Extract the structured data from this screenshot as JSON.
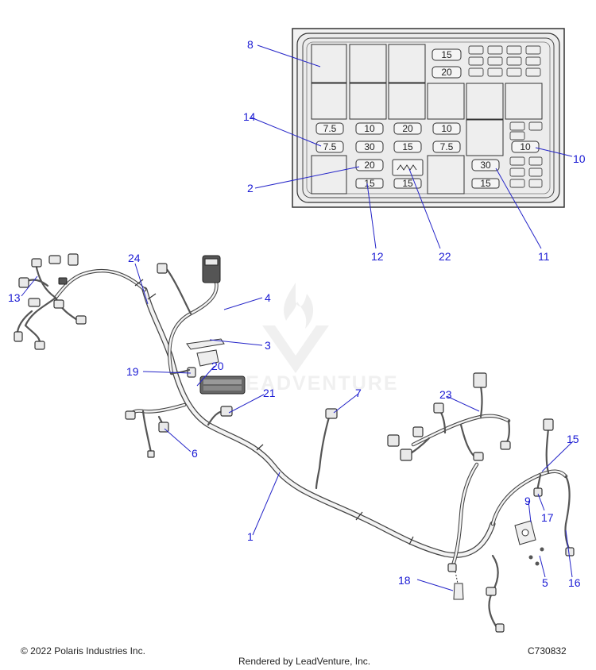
{
  "diagram": {
    "fuse_box": {
      "fuse_ratings": {
        "top_a": "15",
        "top_b": "20",
        "r1c1": "7.5",
        "r1c2": "10",
        "r1c3": "20",
        "r1c4": "10",
        "r2c1": "7.5",
        "r2c2": "30",
        "r2c3": "15",
        "r2c4": "7.5",
        "r2c6": "10",
        "r3c2": "20",
        "r3c5": "30",
        "r4c2": "15",
        "r4c3": "15",
        "r4c5": "15"
      }
    },
    "callouts": {
      "c1": "1",
      "c2": "2",
      "c3": "3",
      "c4": "4",
      "c5": "5",
      "c6": "6",
      "c7": "7",
      "c8": "8",
      "c9": "9",
      "c10": "10",
      "c11": "11",
      "c12": "12",
      "c13": "13",
      "c14": "14",
      "c15": "15",
      "c16": "16",
      "c17": "17",
      "c18": "18",
      "c19": "19",
      "c20": "20",
      "c21": "21",
      "c22": "22",
      "c23": "23",
      "c24": "24"
    },
    "watermark_text": "LEADVENTURE"
  },
  "footer": {
    "copyright": "© 2022 Polaris Industries Inc.",
    "rendered_by": "Rendered by LeadVenture, Inc.",
    "part_code": "C730832"
  },
  "colors": {
    "callout_blue": "#1a1ad4",
    "line_dark": "#333333",
    "watermark_gray": "#e6e6e6"
  }
}
